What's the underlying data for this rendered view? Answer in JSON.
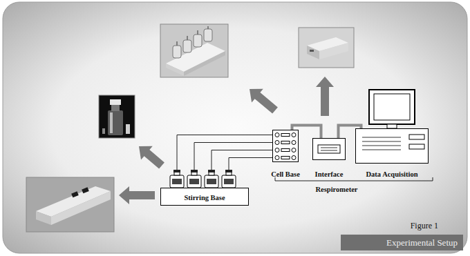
{
  "diagram": {
    "nodes": [
      {
        "text": [
          "Cell Base"
        ]
      },
      {
        "text": [
          "Interface"
        ]
      },
      {
        "text": [
          "Data Acquisition"
        ]
      },
      {
        "text": [
          "Stirring Base"
        ]
      },
      {
        "text": [
          "Experimental Setup"
        ]
      }
    ],
    "edges": [
      {
        "from": 3,
        "to": 0,
        "arrow": "none"
      },
      {
        "from": 0,
        "to": 1,
        "arrow": "none"
      },
      {
        "from": 1,
        "to": 2,
        "arrow": "none"
      }
    ],
    "labels": [
      "Respirometer",
      "Figure 1"
    ]
  }
}
